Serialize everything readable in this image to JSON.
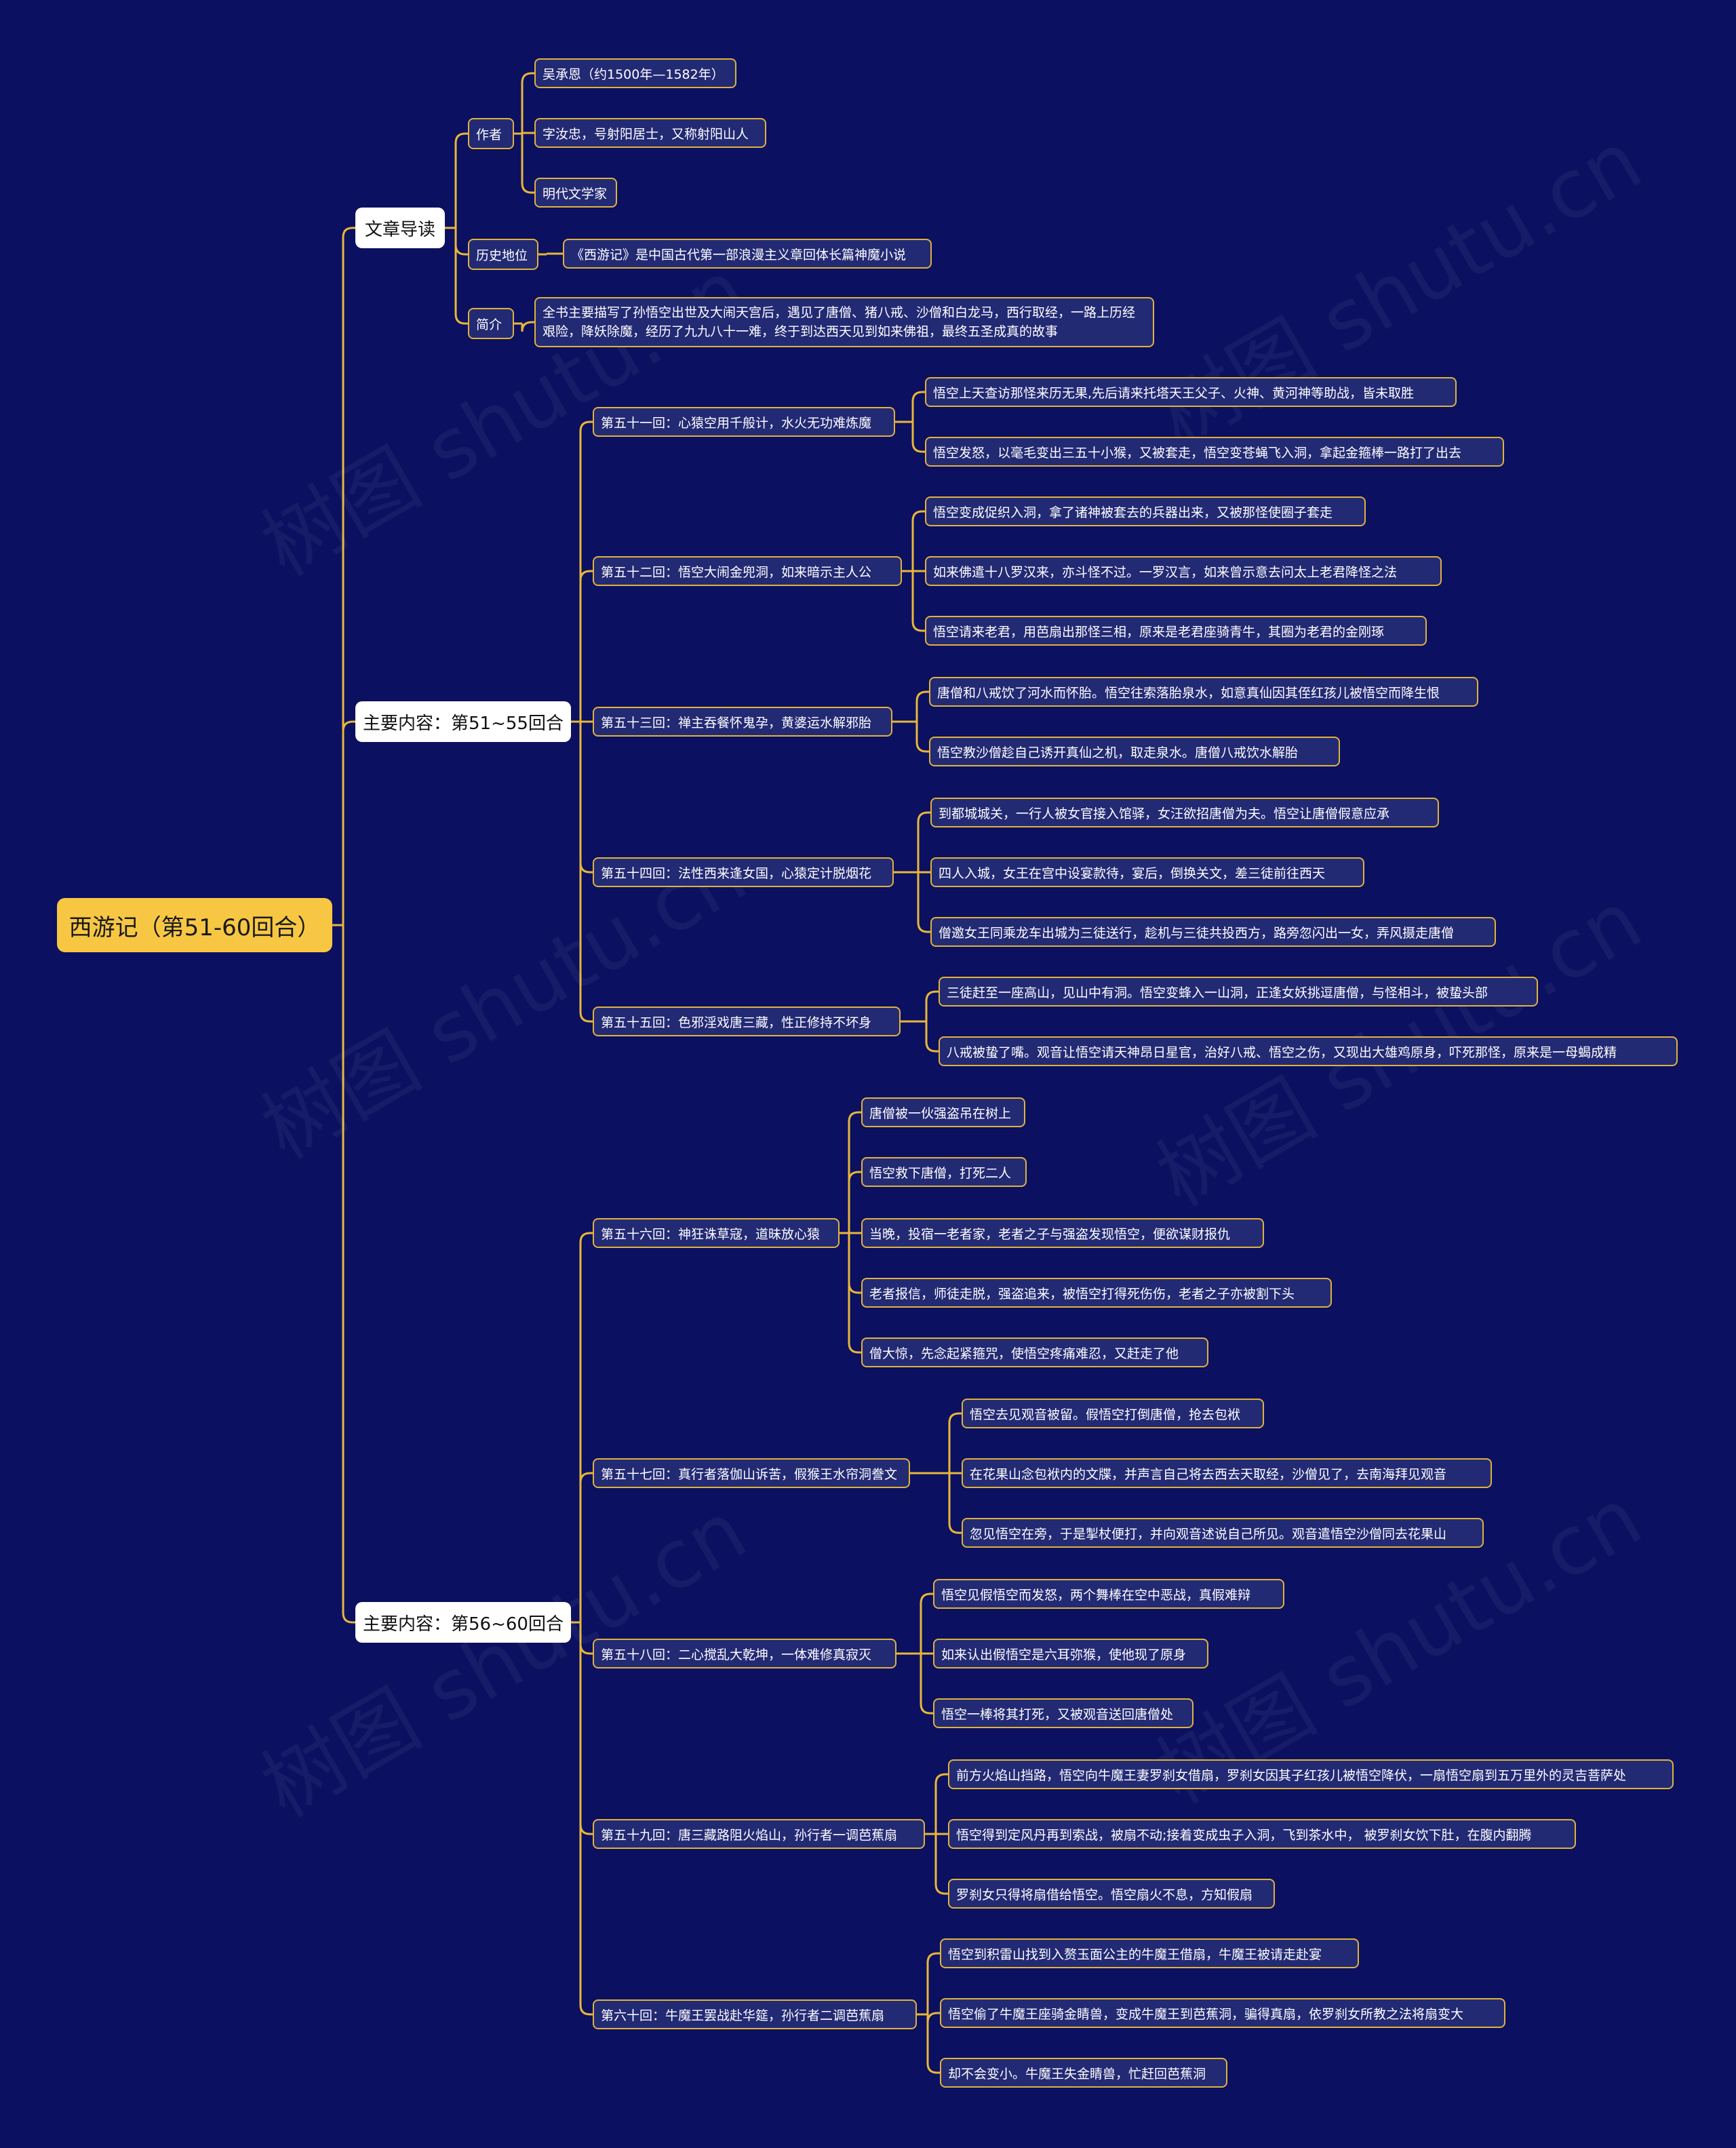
{
  "root": "西游记（第51-60回合）",
  "watermark": "树图 shutu.cn",
  "sections": [
    {
      "label": "文章导读",
      "children": [
        {
          "label": "作者",
          "children": [
            "吴承恩（约1500年—1582年）",
            "字汝忠，号射阳居士，又称射阳山人",
            "明代文学家"
          ]
        },
        {
          "label": "历史地位",
          "children": [
            "《西游记》是中国古代第一部浪漫主义章回体长篇神魔小说"
          ]
        },
        {
          "label": "简介",
          "children": [
            "全书主要描写了孙悟空出世及大闹天宫后，遇见了唐僧、猪八戒、沙僧和白龙马，西行取经，一路上历经艰险，降妖除魔，经历了九九八十一难，终于到达西天见到如来佛祖，最终五圣成真的故事"
          ]
        }
      ]
    },
    {
      "label": "主要内容：第51~55回合",
      "children": [
        {
          "label": "第五十一回：心猿空用千般计，水火无功难炼魔",
          "children": [
            "悟空上天查访那怪来历无果,先后请来托塔天王父子、火神、黄河神等助战，皆未取胜",
            "悟空发怒，以毫毛变出三五十小猴，又被套走，悟空变苍蝇飞入洞，拿起金箍棒一路打了出去"
          ]
        },
        {
          "label": "第五十二回：悟空大闹金兜洞，如来暗示主人公",
          "children": [
            "悟空变成促织入洞，拿了诸神被套去的兵器出来，又被那怪使圈子套走",
            "如来佛遣十八罗汉来，亦斗怪不过。一罗汉言，如来曾示意去问太上老君降怪之法",
            "悟空请来老君，用芭扇出那怪三相，原来是老君座骑青牛，其圈为老君的金刚琢"
          ]
        },
        {
          "label": "第五十三回：禅主吞餐怀鬼孕，黄婆运水解邪胎",
          "children": [
            "唐僧和八戒饮了河水而怀胎。悟空往索落胎泉水，如意真仙因其侄红孩儿被悟空而降生恨",
            "悟空教沙僧趁自己诱开真仙之机，取走泉水。唐僧八戒饮水解胎"
          ]
        },
        {
          "label": "第五十四回：法性西来逢女国，心猿定计脱烟花",
          "children": [
            "到都城城关，一行人被女官接入馆驿，女汪欲招唐僧为夫。悟空让唐僧假意应承",
            "四人入城，女王在宫中设宴款待，宴后，倒换关文，差三徒前往西天",
            "僧邀女王同乘龙车出城为三徒送行，趁机与三徒共投西方，路旁忽闪出一女，弄风摄走唐僧"
          ]
        },
        {
          "label": "第五十五回：色邪淫戏唐三藏，性正修持不坏身",
          "children": [
            "三徒赶至一座高山，见山中有洞。悟空变蜂入一山洞，正逢女妖挑逗唐僧，与怪相斗，被蛰头部",
            "八戒被蛰了嘴。观音让悟空请天神昂日星官，治好八戒、悟空之伤，又现出大雄鸡原身，吓死那怪，原来是一母蝎成精"
          ]
        }
      ]
    },
    {
      "label": "主要内容：第56~60回合",
      "children": [
        {
          "label": "第五十六回：神狂诛草寇，道昧放心猿",
          "children": [
            "唐僧被一伙强盗吊在树上",
            "悟空救下唐僧，打死二人",
            "当晚，投宿一老者家，老者之子与强盗发现悟空，便欲谋财报仇",
            "老者报信，师徒走脱，强盗追来，被悟空打得死伤伤，老者之子亦被割下头",
            "僧大惊，先念起紧箍咒，使悟空疼痛难忍，又赶走了他"
          ]
        },
        {
          "label": "第五十七回：真行者落伽山诉苦，假猴王水帘洞誊文",
          "children": [
            "悟空去见观音被留。假悟空打倒唐僧，抢去包袱",
            "在花果山念包袱内的文牒，并声言自己将去西去天取经，沙僧见了，去南海拜见观音",
            "忽见悟空在旁，于是掣杖便打，并向观音述说自己所见。观音遣悟空沙僧同去花果山"
          ]
        },
        {
          "label": "第五十八回：二心搅乱大乾坤，一体难修真寂灭",
          "children": [
            "悟空见假悟空而发怒，两个舞棒在空中恶战，真假难辩",
            "如来认出假悟空是六耳弥猴，使他现了原身",
            "悟空一棒将其打死，又被观音送回唐僧处"
          ]
        },
        {
          "label": "第五十九回：唐三藏路阻火焰山，孙行者一调芭蕉扇",
          "children": [
            "前方火焰山挡路，悟空向牛魔王妻罗刹女借扇，罗刹女因其子红孩儿被悟空降伏，一扇悟空扇到五万里外的灵吉菩萨处",
            "悟空得到定风丹再到索战，被扇不动;接着变成虫子入洞，飞到茶水中， 被罗刹女饮下肚，在腹内翻腾",
            "罗刹女只得将扇借给悟空。悟空扇火不息，方知假扇"
          ]
        },
        {
          "label": "第六十回：牛魔王罢战赴华筵，孙行者二调芭蕉扇",
          "children": [
            "悟空到积雷山找到入赘玉面公主的牛魔王借扇，牛魔王被请走赴宴",
            "悟空偷了牛魔王座骑金睛兽，变成牛魔王到芭蕉洞，骗得真扇，依罗刹女所教之法将扇变大",
            "却不会变小。牛魔王失金睛兽，忙赶回芭蕉洞"
          ]
        }
      ]
    }
  ]
}
